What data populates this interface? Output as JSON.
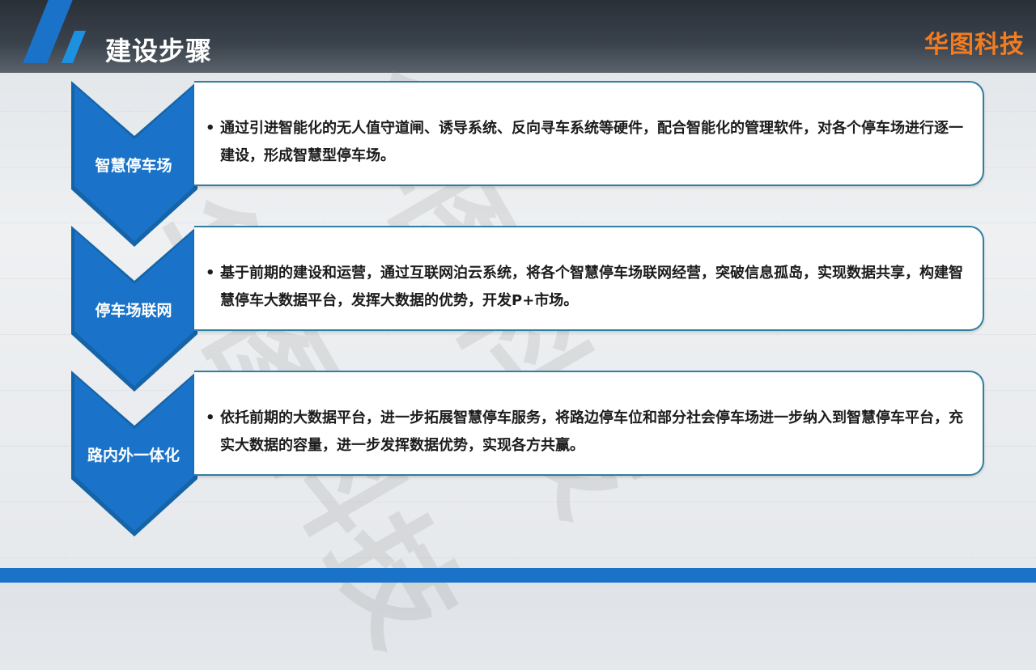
{
  "slide": {
    "title": "建设步骤",
    "brand": "华图科技",
    "watermark": "华图科技",
    "colors": {
      "accent": "#1a73c8",
      "brand": "#f47c20",
      "card_border": "#2f7fa0"
    }
  },
  "steps": [
    {
      "label": "智慧停车场",
      "bullet": "•",
      "text": "通过引进智能化的无人值守道闸、诱导系统、反向寻车系统等硬件，配合智能化的管理软件，对各个停车场进行逐一建设，形成智慧型停车场。"
    },
    {
      "label": "停车场联网",
      "bullet": "•",
      "text": "基于前期的建设和运营，通过互联网泊云系统，将各个智慧停车场联网经营，突破信息孤岛，实现数据共享，构建智慧停车大数据平台，发挥大数据的优势，开发P+市场。"
    },
    {
      "label": "路内外一体化",
      "bullet": "•",
      "text": "依托前期的大数据平台，进一步拓展智慧停车服务，将路边停车位和部分社会停车场进一步纳入到智慧停车平台，充实大数据的容量，进一步发挥数据优势，实现各方共赢。"
    }
  ]
}
